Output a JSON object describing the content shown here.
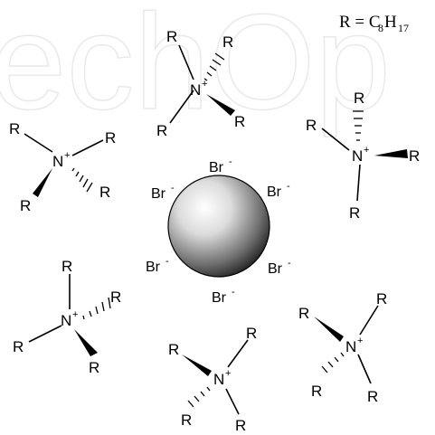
{
  "watermark": "echOp",
  "formula": {
    "lhs": "R = C",
    "c_sub": "8",
    "h": "H",
    "h_sub": "17"
  },
  "labels": {
    "substituent": "R",
    "nitrogen": "N",
    "charge": "+",
    "bromide": "Br",
    "bromide_charge": "-"
  },
  "particle_color": "#8a8a8a"
}
